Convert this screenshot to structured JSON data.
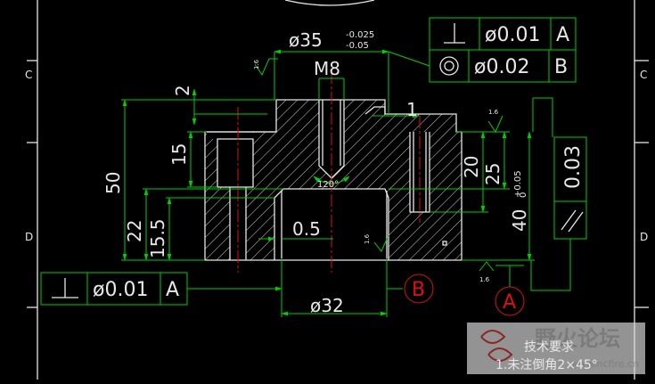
{
  "diameter_top": {
    "main": "ø35",
    "upper_tol": "-0.025",
    "lower_tol": "-0.05"
  },
  "thread": "M8",
  "dims": {
    "d2": "2",
    "d1": "1",
    "d15": "15",
    "d50": "50",
    "d22": "22",
    "d15_5": "15.5",
    "d0_5": "0.5",
    "d20": "20",
    "d25": "25",
    "d40": "40",
    "d40_up": "+0.05",
    "d40_lo": "0",
    "angle": "120°",
    "d32": "ø32"
  },
  "fcf_perp_top": {
    "value": "ø0.01",
    "datum": "A"
  },
  "fcf_conc": {
    "value": "ø0.02",
    "datum": "B"
  },
  "fcf_perp_bottom": {
    "value": "ø0.01",
    "datum": "A"
  },
  "fcf_parallel": {
    "value": "0.03"
  },
  "roughness": [
    "1.6",
    "1.6",
    "1.6",
    "1.6"
  ],
  "datum_labels": [
    "B",
    "A"
  ],
  "border_letters": [
    "C",
    "C",
    "D",
    "D"
  ],
  "watermark": {
    "title": "野火论坛",
    "url": "www.ncfire.cn"
  },
  "notes": {
    "title": "技术要求",
    "line1": "1.未注倒角2×45°"
  },
  "colors": {
    "line": "#00d000",
    "object": "#e8e8e8",
    "center": "#e01010",
    "label": "#e01010"
  }
}
